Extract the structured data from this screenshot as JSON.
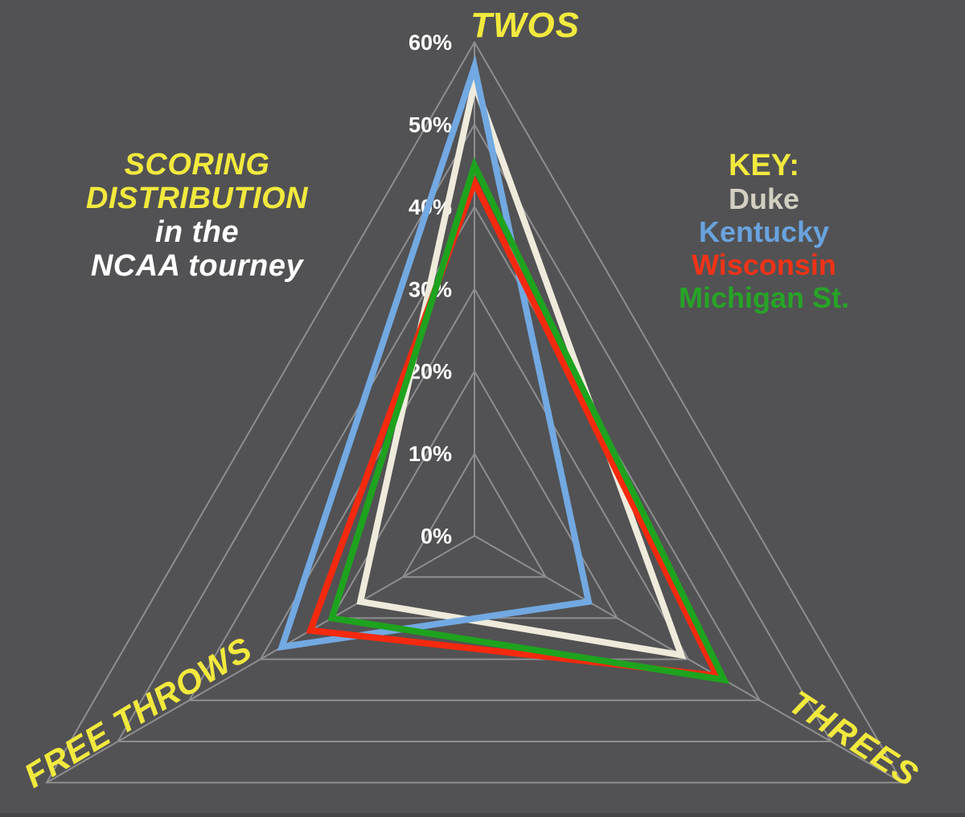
{
  "colors": {
    "background": "#525254",
    "grid": "#8E8E90",
    "accent_yellow": "#F2E93E",
    "white_text": "#FFFFFF"
  },
  "title": {
    "line1": "SCORING",
    "line2": "DISTRIBUTION",
    "line3": "in the",
    "line4": "NCAA tourney"
  },
  "key": {
    "heading": "KEY:",
    "entries": [
      {
        "label": "Duke",
        "color": "#D2CEC1"
      },
      {
        "label": "Kentucky",
        "color": "#69A3DE"
      },
      {
        "label": "Wisconsin",
        "color": "#F03318"
      },
      {
        "label": "Michigan St.",
        "color": "#27A327"
      }
    ]
  },
  "chart_data": {
    "type": "radar",
    "title": "SCORING DISTRIBUTION in the NCAA tourney",
    "axes": [
      "TWOS",
      "THREES",
      "FREE THROWS"
    ],
    "scale": {
      "min": 0,
      "max": 60,
      "step": 10,
      "unit": "%",
      "tick_labels": [
        "0%",
        "10%",
        "20%",
        "30%",
        "40%",
        "50%",
        "60%"
      ]
    },
    "grid": {
      "show": true,
      "rings": 6,
      "color": "#8E8E90"
    },
    "legend_position": "upper-right",
    "series": [
      {
        "name": "Duke",
        "color": "#EFEBDC",
        "values": [
          55,
          29,
          16
        ]
      },
      {
        "name": "Kentucky",
        "color": "#72A9E2",
        "values": [
          57,
          16,
          27
        ]
      },
      {
        "name": "Wisconsin",
        "color": "#F5290E",
        "values": [
          43,
          34,
          23
        ]
      },
      {
        "name": "Michigan St.",
        "color": "#1EA31E",
        "values": [
          45,
          35,
          20
        ]
      }
    ]
  }
}
